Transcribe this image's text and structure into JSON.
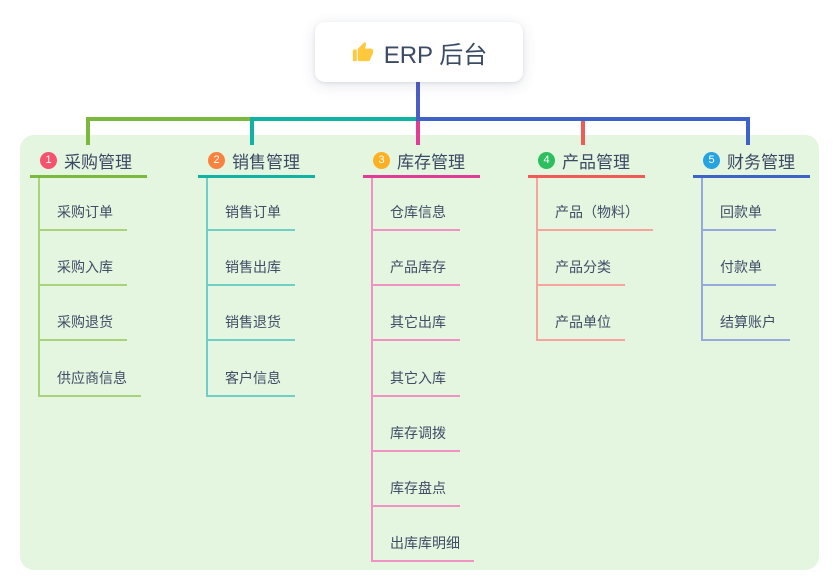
{
  "root": {
    "icon": "thumbs-up",
    "label": "ERP 后台"
  },
  "colors": {
    "canvas_bg": "#ffffff",
    "panel_bg": "#e4f5e0",
    "root_line": "#4c5ec6",
    "node_text": "#3b4b63",
    "child_text": "#3f4e66",
    "thumb_icon": "#ffc83d"
  },
  "branches": [
    {
      "number": "1",
      "label": "采购管理",
      "badge_color": "#f4526d",
      "line_color": "#7ab83e",
      "child_line_color": "#a9d37b",
      "children": [
        "采购订单",
        "采购入库",
        "采购退货",
        "供应商信息"
      ]
    },
    {
      "number": "2",
      "label": "销售管理",
      "badge_color": "#f8823e",
      "line_color": "#10b2a2",
      "child_line_color": "#6fcfc4",
      "children": [
        "销售订单",
        "销售出库",
        "销售退货",
        "客户信息"
      ]
    },
    {
      "number": "3",
      "label": "库存管理",
      "badge_color": "#fdb022",
      "line_color": "#e13d97",
      "child_line_color": "#f092c4",
      "children": [
        "仓库信息",
        "产品库存",
        "其它出库",
        "其它入库",
        "库存调拨",
        "库存盘点",
        "出库库明细"
      ]
    },
    {
      "number": "4",
      "label": "产品管理",
      "badge_color": "#2dbe5f",
      "line_color": "#f15a56",
      "child_line_color": "#f8a39e",
      "children": [
        "产品（物料）",
        "产品分类",
        "产品单位"
      ]
    },
    {
      "number": "5",
      "label": "财务管理",
      "badge_color": "#28a3e2",
      "line_color": "#3e63c8",
      "child_line_color": "#95a9dc",
      "children": [
        "回款单",
        "付款单",
        "结算账户"
      ]
    }
  ]
}
